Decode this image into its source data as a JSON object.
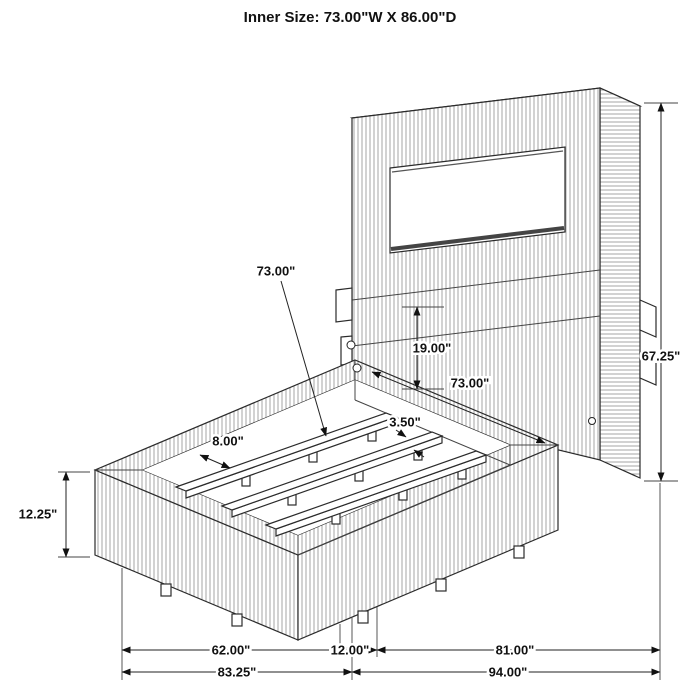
{
  "header": {
    "title": "Inner Size: 73.00\"W X 86.00\"D"
  },
  "dimension_labels": {
    "slat_length": "73.00\"",
    "opening_height": "19.00\"",
    "headboard_height": "67.25\"",
    "inner_width": "73.00\"",
    "slat_gap": "8.00\"",
    "slat_width": "3.50\"",
    "base_height": "12.25\"",
    "row1": [
      "62.00\"",
      "12.00\"",
      "81.00\""
    ],
    "row2": [
      "83.25\"",
      "94.00\""
    ]
  }
}
